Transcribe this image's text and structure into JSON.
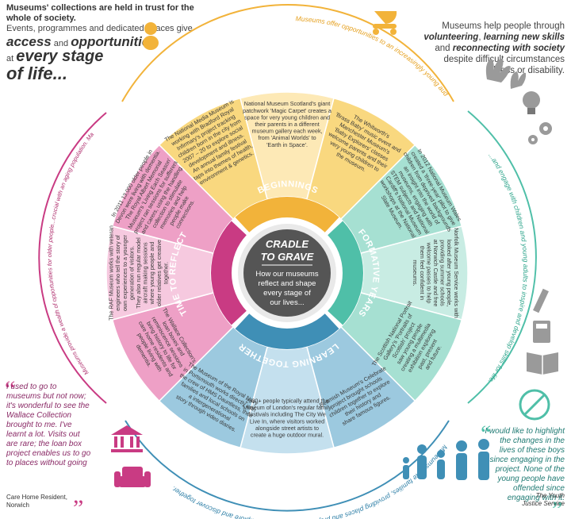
{
  "intro_left": {
    "line1": "Museums' collections are held in trust for the whole of society.",
    "line2": "Events, programmes and dedicated spaces give",
    "access": "access",
    "and": " and ",
    "opportunities": "opportunities",
    "at": "at ",
    "every_stage": "every stage",
    "of_life": "of life..."
  },
  "intro_right": {
    "line1": "Museums help people through",
    "volunteering": "volunteering",
    "comma": ", ",
    "learning": "learning new skills",
    "and": " and ",
    "reconnecting": "reconnecting with society",
    "line3": "despite difficult circumstances",
    "line4": "illness or disability."
  },
  "center": {
    "title1": "CRADLE",
    "title2": "TO GRAVE",
    "sub1": "How our museums",
    "sub2": "reflect and shape",
    "sub3": "every stage of",
    "sub4": "our lives..."
  },
  "ring_labels": {
    "beginnings": "BEGINNINGS",
    "formative": "FORMATIVE YEARS",
    "learning": "LEARNING TOGETHER",
    "reflect": "TIME TO REFLECT"
  },
  "outer_arcs": {
    "top": "Museums offer opportunities to an increasingly young audience...",
    "right": "...and engage with children and young adults to inspire and develop skills for life.",
    "bottom": "Museums unite families, providing places and projects where they can explore and discover together.",
    "left": "Museums provide a wealth of opportunities for older people...crucial with an aging population. Many museums provide workshops, collection loans and object handling to older people"
  },
  "segments": {
    "media": [
      "The National Media Museum is",
      "working with Bradford Royal",
      "Infirmary's project tracking",
      "children born in the city from",
      "2007 – 20 to explore social",
      "development and illness.",
      "An annual family festival",
      "taps into themes of health,",
      "environment & genetics."
    ],
    "scotland": [
      "National Museum Scotland's giant",
      "patchwork 'Magic Carpet' creates a",
      "space for very young children and",
      "their parents in a different",
      "museum gallery each week,",
      "from 'Animal Worlds' to",
      "'Earth in Space'."
    ],
    "whitworth": [
      "The Whitworth's",
      "'Brass Baby' music event and",
      "Manchester Museum's",
      "'Baby Explorers' classes",
      "welcome parents and their",
      "very young children to",
      "the museum."
    ],
    "wales": [
      "In 2012 National Museum Wales",
      "created a 'three-year' pilot to give",
      "children from deprived backgrounds",
      "an insight into the world of",
      "museums, engaging with",
      "STEM subjects and National",
      "Cardiff's National Museum",
      "workshops at the National",
      "Slate Museum."
    ],
    "norfolk": [
      "Norfolk Museum Service works with",
      "looked after young people,",
      "providing summer schools",
      "at Norwich Castle and free",
      "welcome passes to help",
      "them feel confident in",
      "museums."
    ],
    "portrait": [
      "The Scottish National Portrait",
      "Gallery's 'Portraits of",
      "Scottish' project",
      "saw young people",
      "creating a multimedia",
      "exhibition exploring",
      "past, present",
      "and future."
    ],
    "beamish": [
      "Beamish Museum's Celebrate",
      "project brought schools",
      "children together to explore",
      "their history and",
      "share famous figures."
    ],
    "london": [
      "2000+ people typically attend the",
      "Museum of London's regular family",
      "festivals including The City We",
      "Live In, where visitors worked",
      "alongside street artists to",
      "create a huge outdoor mural."
    ],
    "navy": [
      "The Museum of the Royal Navy",
      "in Portsmouth works directly with",
      "the crew of HMS Dauntless, their",
      "families and local schools on",
      "a intergenerational",
      "story through video diaries."
    ],
    "wallace": [
      "The Wallace Collection's",
      "loan boxes and",
      "reminiscence sessions",
      "bring history to life for",
      "care home residents and",
      "people living with",
      "dementia."
    ],
    "raf": [
      "The RAF Museum works with veteran",
      "engineers who tell the story of",
      "own experiences to a younger",
      "generation of visitors.",
      "They also run regular model",
      "aircraft making sessions",
      "where young people and",
      "older relatives get creative",
      "together."
    ],
    "albert": [
      "In 2011 13,000 older people in",
      "Devon were living with dementia.",
      "The Royal Albert Memorial",
      "Museum's 'Living Each Season'",
      "project ran sessions for sufferers",
      "and carers, using the handling",
      "collection to stimulate",
      "memories and help",
      "people make",
      "connections."
    ]
  },
  "quote_left": {
    "text": "I used to go to museums but not now; it's wonderful to see the Wallace Collection brought to me. I've learnt a lot. Visits out are rare; the loan box project enables us to go to places without going",
    "source1": "Care Home Resident,",
    "source2": "Norwich"
  },
  "quote_right": {
    "text": "I would like to highlight the changes in the lives of these boys since engaging in the project. None of the young people have offended since engaging with it.",
    "source1": "The Youth",
    "source2": "Justice Service"
  },
  "colors": {
    "yellow": "#f2b33a",
    "yellow_light": "#f9d87f",
    "teal": "#4fbfa8",
    "teal_light": "#a6e0d2",
    "blue": "#3f8fb6",
    "blue_light": "#9cc9df",
    "pink": "#c93b83",
    "pink_light": "#eea0c6",
    "dark_center": "#555555"
  }
}
